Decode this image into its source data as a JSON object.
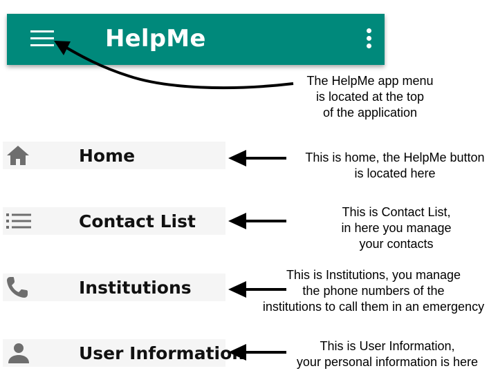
{
  "app_bar": {
    "title": "HelpMe",
    "color": "#00897b",
    "menu_icon": "hamburger-menu-icon",
    "overflow_icon": "more-vert-icon"
  },
  "menu": {
    "items": [
      {
        "label": "Home",
        "icon": "home-icon"
      },
      {
        "label": "Contact List",
        "icon": "list-icon"
      },
      {
        "label": "Institutions",
        "icon": "phone-icon"
      },
      {
        "label": "User Information",
        "icon": "person-icon"
      }
    ]
  },
  "annotations": {
    "app_menu": {
      "line1": "The HelpMe app menu",
      "line2": "is located at the top",
      "line3": "of the application"
    },
    "home": {
      "line1": "This is home, the HelpMe button",
      "line2": "is located here"
    },
    "contact_list": {
      "line1": "This is Contact List,",
      "line2": "in here you manage",
      "line3": "your contacts"
    },
    "institutions": {
      "line1": "This is Institutions, you manage",
      "line2": "the phone numbers of the",
      "line3": "institutions to call them in an emergency"
    },
    "user_information": {
      "line1": "This is User Information,",
      "line2": "your personal information is here"
    }
  }
}
